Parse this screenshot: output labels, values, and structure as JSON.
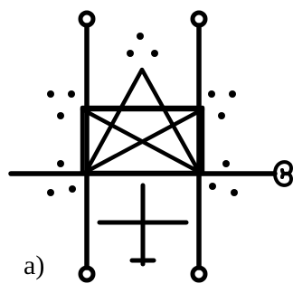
{
  "figure": {
    "label": "a)",
    "colors": {
      "ink": "#000000",
      "background": "#ffffff"
    },
    "elements": [
      "left-vertical-staff-with-end-circles",
      "right-vertical-staff-with-end-circles",
      "five-pointed-star",
      "square-frame",
      "horizontal-line-with-scroll-end",
      "inverted-cross",
      "dot-clusters"
    ]
  }
}
